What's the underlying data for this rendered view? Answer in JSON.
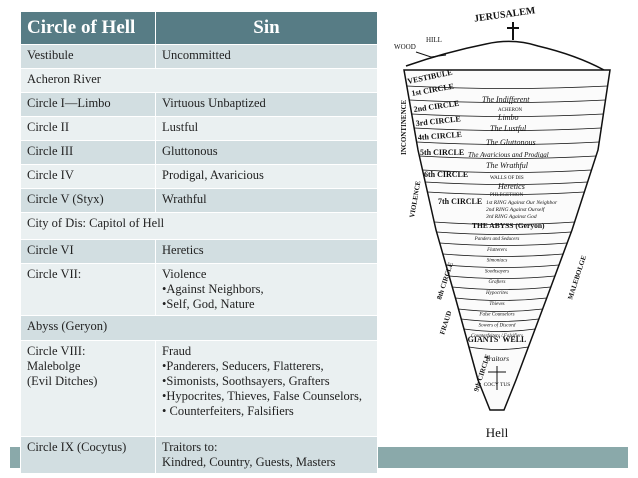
{
  "table": {
    "headers": [
      "Circle of Hell",
      "Sin"
    ],
    "rows": [
      {
        "circle": "Vestibule",
        "sin": [
          "Uncommitted"
        ]
      },
      {
        "circle": "Acheron River",
        "sin": [],
        "span": true
      },
      {
        "circle": "Circle I—Limbo",
        "sin": [
          "Virtuous Unbaptized"
        ]
      },
      {
        "circle": "Circle II",
        "sin": [
          "Lustful"
        ]
      },
      {
        "circle": "Circle III",
        "sin": [
          "Gluttonous"
        ]
      },
      {
        "circle": "Circle IV",
        "sin": [
          "Prodigal, Avaricious"
        ]
      },
      {
        "circle": "Circle V (Styx)",
        "sin": [
          "Wrathful"
        ]
      },
      {
        "circle": "City of Dis: Capitol of Hell",
        "sin": [],
        "span": true
      },
      {
        "circle": "Circle VI",
        "sin": [
          "Heretics"
        ]
      },
      {
        "circle": "Circle VII:",
        "sin": [
          "Violence",
          "•Against Neighbors,",
          "•Self, God, Nature"
        ]
      },
      {
        "circle": "Abyss (Geryon)",
        "sin": [],
        "span": true
      },
      {
        "circle": "Circle VIII:\nMalebolge\n(Evil Ditches)",
        "sin": [
          "Fraud",
          "•Panderers, Seducers, Flatterers,",
          "•Simonists, Soothsayers, Grafters",
          "•Hypocrites, Thieves, False Counselors,",
          "• Counterfeiters, Falsifiers"
        ]
      },
      {
        "circle": "Circle IX (Cocytus)",
        "sin": [
          "Traitors to:",
          "Kindred, Country, Guests, Masters"
        ]
      }
    ]
  },
  "figure": {
    "top_label": "JERUSALEM",
    "hill": "HILL",
    "wood": "WOOD",
    "side_left": [
      "INCONTINENCE",
      "VIOLENCE",
      "FRAUD",
      "9th CIRCLE"
    ],
    "side_left_mid": "8th CIRCLE",
    "side_right": "MALEBOLGE",
    "rings": [
      {
        "left": "VESTIBULE",
        "right": ""
      },
      {
        "left": "1st CIRCLE",
        "right": "The Indifferent"
      },
      {
        "left": "",
        "right": "ACHERON"
      },
      {
        "left": "2nd CIRCLE",
        "right": "Limbo"
      },
      {
        "left": "3rd CIRCLE",
        "right": "The Lustful"
      },
      {
        "left": "4th CIRCLE",
        "right": "The Gluttonous"
      },
      {
        "left": "5th CIRCLE",
        "right": "The Avaricious and Prodigal"
      },
      {
        "left": "",
        "right": "The Wrathful"
      },
      {
        "left": "6th CIRCLE",
        "right": "WALLS OF DIS"
      },
      {
        "left": "",
        "right": "Heretics"
      }
    ],
    "seventh": {
      "label": "7th CIRCLE",
      "phlegethon": "PHLEGETHON",
      "rings": [
        "1st RING  Against Our Neighbor",
        "2nd RING  Against Ourself",
        "3rd RING  Against God"
      ]
    },
    "abyss": "THE ABYSS (Geryon)",
    "bolgias": [
      "Panders and Seducers",
      "Flatterers",
      "Simoniacs",
      "Soothsayers",
      "Grafters",
      "Hypocrites",
      "Thieves",
      "False Counselors",
      "Sowers of Discord",
      "Counterfeiters / Falsifiers"
    ],
    "giants_well": "GIANTS' WELL",
    "traitors": "Traitors",
    "cocytus": "COCY  TUS",
    "caption": "Hell"
  }
}
